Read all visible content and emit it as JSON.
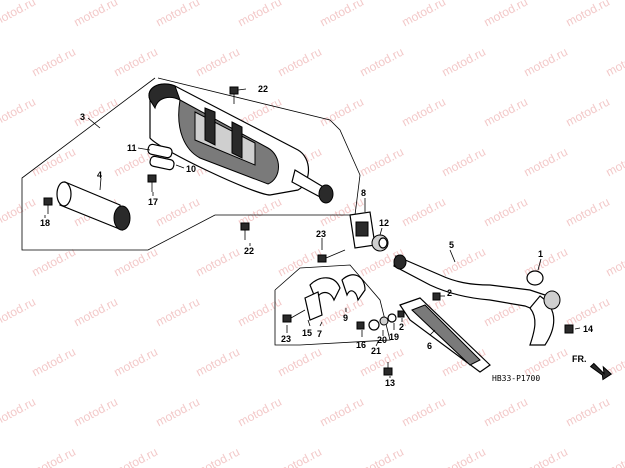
{
  "watermark": "motod.ru",
  "diagram_code": "HB33-P1700",
  "direction_label": "FR.",
  "callouts": {
    "c1": "1",
    "c2a": "2",
    "c2b": "2",
    "c3": "3",
    "c4": "4",
    "c5": "5",
    "c6": "6",
    "c7": "7",
    "c8": "8",
    "c9": "9",
    "c10": "10",
    "c11": "11",
    "c12": "12",
    "c13": "13",
    "c14": "14",
    "c15": "15",
    "c16": "16",
    "c17": "17",
    "c18": "18",
    "c19": "19",
    "c20": "20",
    "c21": "21",
    "c22a": "22",
    "c22b": "22",
    "c23a": "23",
    "c23b": "23"
  }
}
